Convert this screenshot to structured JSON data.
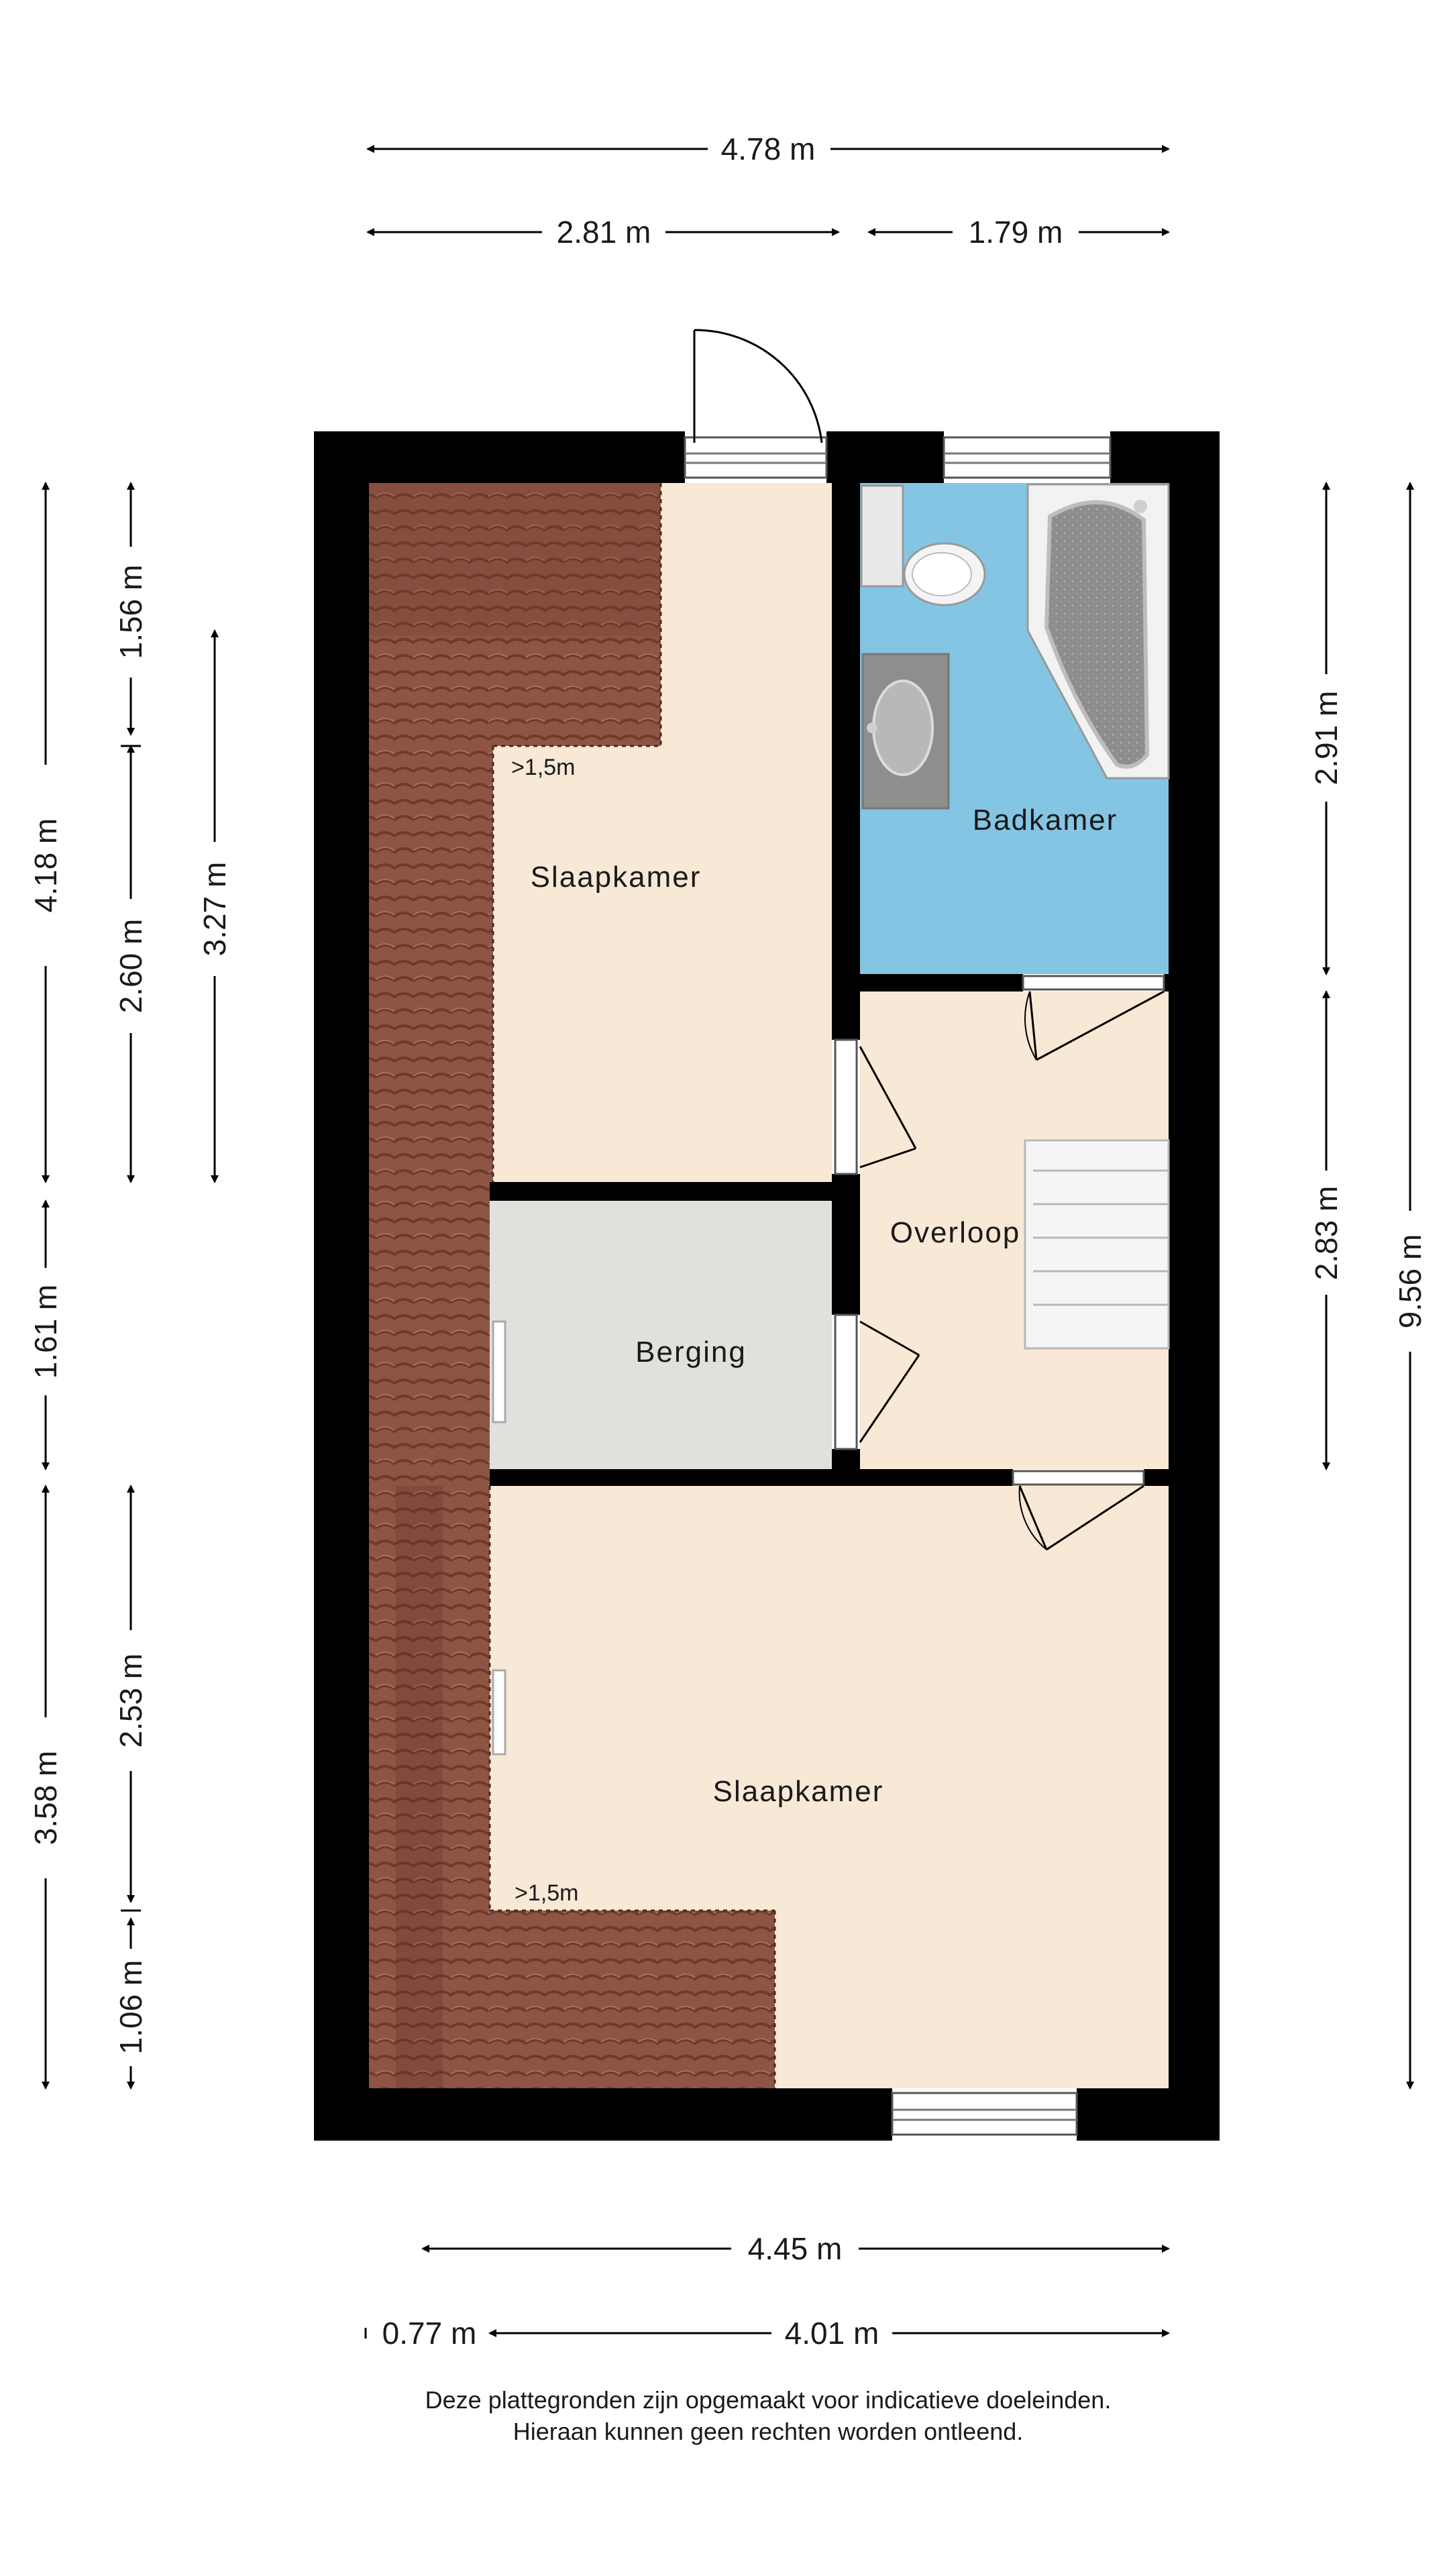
{
  "dimensions": {
    "total_width": "4.78 m",
    "top_left_width": "2.81 m",
    "top_right_width": "1.79 m",
    "left_total_top": "4.18 m",
    "left_total_mid": "1.61 m",
    "left_total_bottom": "3.58 m",
    "left_seg_a": "1.56 m",
    "left_seg_b": "2.60 m",
    "left_seg_c": "2.53 m",
    "left_seg_d": "1.06 m",
    "left_inner": "3.27 m",
    "right_seg_a": "2.91 m",
    "right_seg_b": "2.83 m",
    "right_total": "9.56 m",
    "bottom_width": "4.45 m",
    "bottom_left": "0.77 m",
    "bottom_right": "4.01 m"
  },
  "rooms": {
    "bedroom_top": "Slaapkamer",
    "bathroom": "Badkamer",
    "landing": "Overloop",
    "storage": "Berging",
    "bedroom_bottom": "Slaapkamer"
  },
  "height_notes": {
    "top": ">1,5m",
    "bottom": ">1,5m"
  },
  "disclaimer": {
    "line1": "Deze plattegronden zijn opgemaakt voor indicatieve doeleinden.",
    "line2": "Hieraan kunnen geen rechten worden ontleend."
  },
  "colors": {
    "wall": "#000000",
    "bedroom_floor": "#f8e8d6",
    "bathroom_floor": "#84c5e3",
    "storage_floor": "#e1e0dc",
    "roof_tiles": "#8a5040"
  }
}
